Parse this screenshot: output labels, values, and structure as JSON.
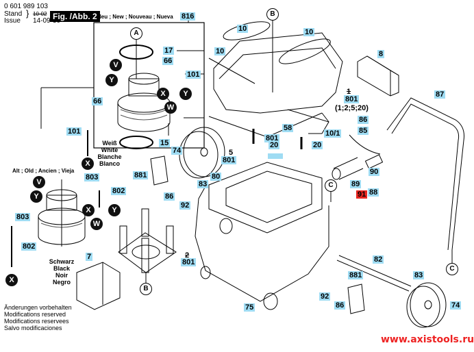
{
  "header": {
    "part_number": "0 601 989 103",
    "stand_label": "Stand",
    "issue_label": "Issue",
    "stand_value": "10-02",
    "issue_value": "14-09-30",
    "figure_label": "Fig. /Abb. 2"
  },
  "sections": {
    "new": "Neu ; New ; Nouveau ; Nueva",
    "old": "Alt ; Old ; Ancien ; Vieja"
  },
  "colors": {
    "label_bg": "#9fdcf3",
    "highlight_bg": "#e8251f",
    "url_color": "#e22222"
  },
  "color_notes": {
    "white": [
      "Weiß",
      "White",
      "Blanche",
      "Blanco"
    ],
    "black": [
      "Schwarz",
      "Black",
      "Noir",
      "Negro"
    ]
  },
  "footer_notes": [
    "Änderungen vorbehalten",
    "Modifications reserved",
    "Modifications reservees",
    "Salvo modificaciones"
  ],
  "watermark": "www.axistools.ru",
  "refs": {
    "A": "A",
    "B": "B",
    "C": "C"
  },
  "bubbles": {
    "V": "V",
    "W": "W",
    "X": "X",
    "Y": "Y"
  },
  "parts": {
    "p816": "816",
    "p17": "17",
    "p66a": "66",
    "p101a": "101",
    "p66b": "66",
    "p101b": "101",
    "p15": "15",
    "p10a": "10",
    "p10b": "10",
    "p10c": "10",
    "p8": "8",
    "p801a": "801",
    "p801a_sub": "(1;2;5;20)",
    "p801a_x": "1",
    "p87": "87",
    "p58": "58",
    "p10_1": "10/1",
    "p801b": "801",
    "p20a": "20",
    "p20b": "20",
    "p86a": "86",
    "p85": "85",
    "p74a": "74",
    "p5": "5",
    "p801c": "801",
    "p881a": "881",
    "p83a": "83",
    "p80": "80",
    "p90": "90",
    "p89": "89",
    "p91": "91",
    "p88": "88",
    "p86b": "86",
    "p92a": "92",
    "p803a": "803",
    "p802a": "802",
    "p803b": "803",
    "p802b": "802",
    "p7": "7",
    "p801d": "801",
    "p801d_x": "2",
    "p82": "82",
    "p83b": "83",
    "p881b": "881",
    "p92b": "92",
    "p86c": "86",
    "p75": "75",
    "p74b": "74"
  }
}
